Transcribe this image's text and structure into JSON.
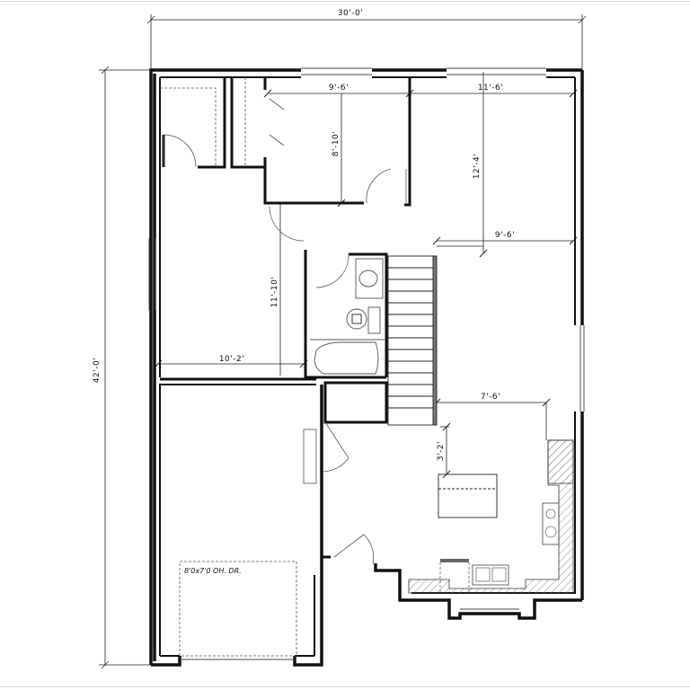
{
  "plan": {
    "type": "floor-plan",
    "overall_width": "30'-0\"",
    "overall_depth": "42'-0\""
  },
  "dimensions": {
    "top_overall": "30'-0'",
    "left_overall": "42'-0'",
    "bedroom_top_width": "9'-6'",
    "bedroom_depth": "8'-10'",
    "living_width": "11'-6'",
    "living_depth": "12'-4'",
    "living_lower_width": "9'-6'",
    "left_room_width": "10'-2'",
    "left_room_depth": "11'-10'",
    "kitchen_width": "7'-6'",
    "island_offset": "3'-2'"
  },
  "labels": {
    "garage_door": "8'0x7'0 OH. DR."
  },
  "colors": {
    "wall": "#111111",
    "line": "#222222",
    "hatch": "#888888",
    "background": "#ffffff"
  }
}
